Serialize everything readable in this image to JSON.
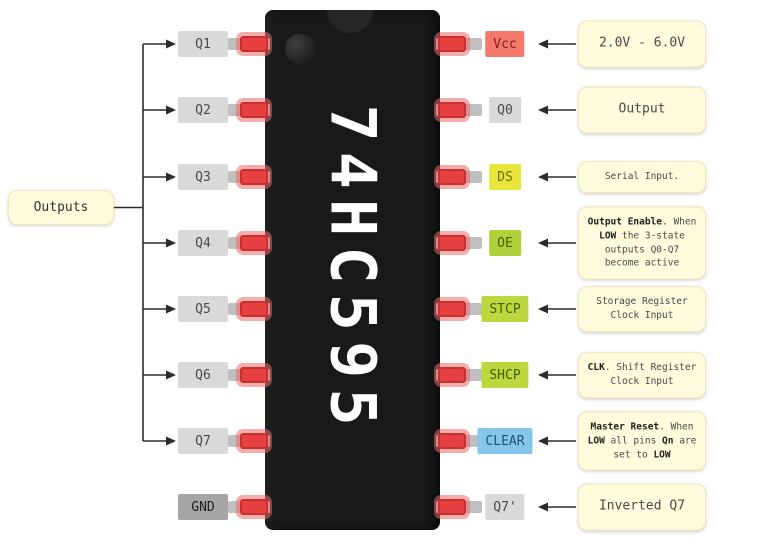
{
  "chip": {
    "label": "74HC595"
  },
  "left": {
    "group_label": "Outputs",
    "pins": [
      {
        "label": "Q1",
        "bg": "#d9d9d9",
        "fg": "#4a4a4a",
        "arrow": true
      },
      {
        "label": "Q2",
        "bg": "#d9d9d9",
        "fg": "#4a4a4a",
        "arrow": true
      },
      {
        "label": "Q3",
        "bg": "#d9d9d9",
        "fg": "#4a4a4a",
        "arrow": true
      },
      {
        "label": "Q4",
        "bg": "#d9d9d9",
        "fg": "#4a4a4a",
        "arrow": true
      },
      {
        "label": "Q5",
        "bg": "#d9d9d9",
        "fg": "#4a4a4a",
        "arrow": true
      },
      {
        "label": "Q6",
        "bg": "#d9d9d9",
        "fg": "#4a4a4a",
        "arrow": true
      },
      {
        "label": "Q7",
        "bg": "#d9d9d9",
        "fg": "#4a4a4a",
        "arrow": true
      },
      {
        "label": "GND",
        "bg": "#a5a5a5",
        "fg": "#1f1f1f",
        "arrow": false
      }
    ]
  },
  "right": {
    "pins": [
      {
        "label": "Vcc",
        "bg": "#f4796c",
        "fg": "#7a221a",
        "desc_size": "lg",
        "desc": [
          {
            "text": "2.0V - 6.0V"
          }
        ]
      },
      {
        "label": "Q0",
        "bg": "#d9d9d9",
        "fg": "#4a4a4a",
        "desc_size": "lg",
        "desc": [
          {
            "text": "Output"
          }
        ]
      },
      {
        "label": "DS",
        "bg": "#e8e53c",
        "fg": "#6f6f00",
        "desc_size": "sm",
        "desc": [
          {
            "text": "Serial Input."
          }
        ]
      },
      {
        "label": "OE",
        "bg": "#afd23a",
        "fg": "#4c5c00",
        "desc_size": "sm",
        "desc": [
          {
            "text": "Output Enable",
            "bold": true
          },
          {
            "text": ". When "
          },
          {
            "text": "LOW",
            "bold": true
          },
          {
            "text": " the 3-state outputs Q0-Q7 become active"
          }
        ]
      },
      {
        "label": "STCP",
        "bg": "#bcd83e",
        "fg": "#4c5c00",
        "desc_size": "sm",
        "desc": [
          {
            "text": "Storage Register Clock Input"
          }
        ]
      },
      {
        "label": "SHCP",
        "bg": "#bcd83e",
        "fg": "#4c5c00",
        "desc_size": "sm",
        "desc": [
          {
            "text": "CLK",
            "bold": true
          },
          {
            "text": ". Shift Register Clock Input"
          }
        ]
      },
      {
        "label": "CLEAR",
        "bg": "#85c6ea",
        "fg": "#1f5277",
        "desc_size": "sm",
        "desc": [
          {
            "text": "Master Reset",
            "bold": true
          },
          {
            "text": ". When "
          },
          {
            "text": "LOW",
            "bold": true
          },
          {
            "text": " all pins "
          },
          {
            "text": "Qn",
            "bold": true
          },
          {
            "text": " are set to "
          },
          {
            "text": "LOW",
            "bold": true
          }
        ]
      },
      {
        "label": "Q7'",
        "bg": "#d9d9d9",
        "fg": "#4a4a4a",
        "desc_size": "lg",
        "desc": [
          {
            "text": "Inverted Q7"
          }
        ]
      }
    ]
  }
}
